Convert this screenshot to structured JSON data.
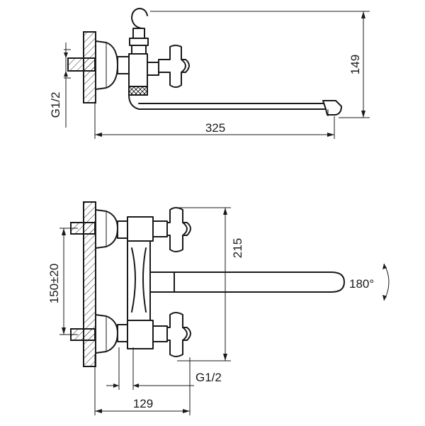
{
  "top_view": {
    "dim_length": "325",
    "dim_height": "149",
    "thread": "G1/2"
  },
  "front_view": {
    "dim_spacing": "150±20",
    "dim_height": "215",
    "dim_width": "129",
    "thread": "G1/2",
    "rotation": "180°"
  },
  "colors": {
    "line": "#1a1a1a",
    "background": "#ffffff"
  }
}
